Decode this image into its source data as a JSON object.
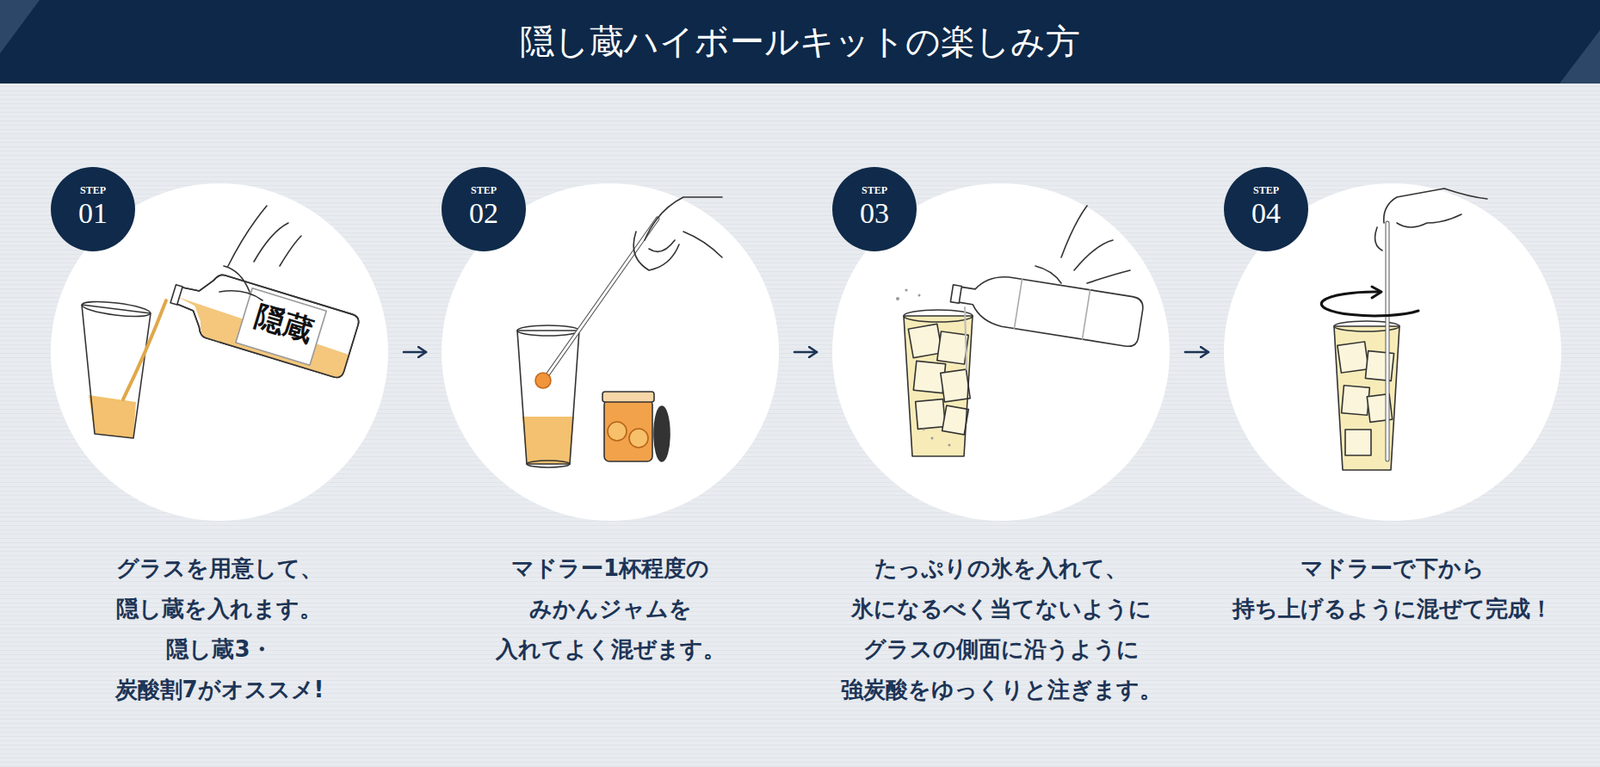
{
  "diagram": {
    "title": "隠し蔵ハイボールキットの楽しみ方",
    "nodes": [
      {
        "text": [
          "グラスを用意して、 隠し蔵を入れます。 隠し蔵3・炭酸割7がオススメ!"
        ]
      },
      {
        "text": [
          "STEP",
          "01"
        ],
        "in": 0
      },
      {
        "text": [
          "マドラー1杯程度の みかんジャムを 入れてよく混ぜます。"
        ]
      },
      {
        "text": [
          "STEP",
          "02"
        ],
        "in": 2
      },
      {
        "text": [
          "たっぷりの氷を入れて、 氷になるべく当てないように グラスの側面に沿うように 強炭酸をゆっくりと注ぎます。"
        ]
      },
      {
        "text": [
          "STEP",
          "03"
        ],
        "in": 4
      },
      {
        "text": [
          "マドラーで下から 持ち上げるように混ぜて完成！"
        ]
      },
      {
        "text": [
          "STEP",
          "04"
        ],
        "in": 6
      }
    ],
    "edges": [
      {
        "from": 0,
        "to": 2,
        "arrow": "to"
      },
      {
        "from": 2,
        "to": 4,
        "arrow": "to"
      },
      {
        "from": 4,
        "to": 6,
        "arrow": "to"
      }
    ],
    "labels": [
      "隠蔵"
    ]
  }
}
